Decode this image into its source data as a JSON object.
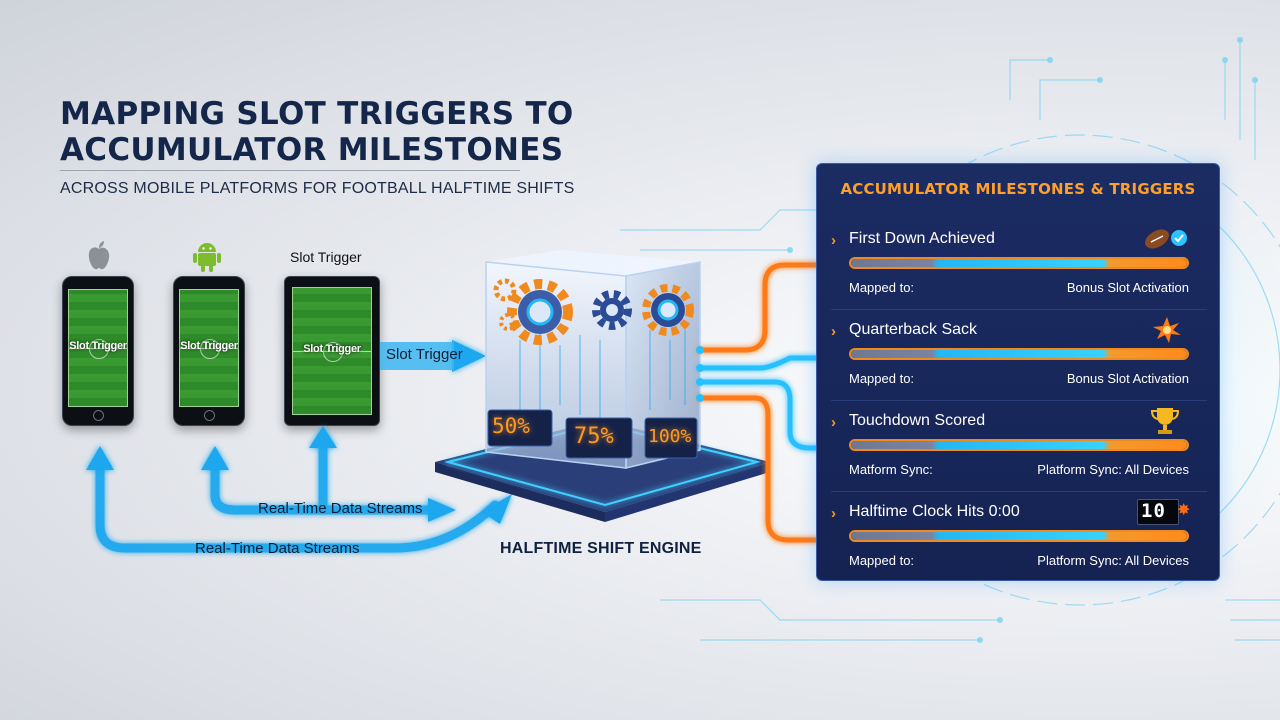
{
  "header": {
    "title_line1": "MAPPING SLOT TRIGGERS TO",
    "title_line2": "ACCUMULATOR MILESTONES",
    "subtitle": "ACROSS MOBILE PLATFORMS FOR FOOTBALL HALFTIME SHIFTS"
  },
  "devices": {
    "top_label": "Slot Trigger",
    "screen_labels": [
      "Slot Trigger",
      "Slot Trigger",
      "Slot Trigger"
    ],
    "icons": [
      "apple-icon",
      "android-icon"
    ]
  },
  "flow": {
    "trigger_arrow_label": "Slot Trigger",
    "stream_label_upper": "Real-Time Data Streams",
    "stream_label_lower": "Real-Time Data Streams",
    "engine_label": "HALFTIME SHIFT ENGINE",
    "engine_percentages": [
      "50%",
      "75%",
      "100%"
    ]
  },
  "panel": {
    "title": "ACCUMULATOR MILESTONES & TRIGGERS",
    "items": [
      {
        "title": "First Down Achieved",
        "left": "Mapped to:",
        "right": "Bonus Slot Activation",
        "icon": "football-check-icon"
      },
      {
        "title": "Quarterback Sack",
        "left": "Mapped to:",
        "right": "Bonus Slot Activation",
        "icon": "starburst-icon"
      },
      {
        "title": "Touchdown Scored",
        "left": "Matform Sync:",
        "right": "Platform Sync: All Devices",
        "icon": "trophy-icon"
      },
      {
        "title": "Halftime Clock Hits 0:00",
        "left": "Mapped to:",
        "right": "Platform Sync: All Devices",
        "icon": "clock-display-icon",
        "display_text": "10"
      }
    ]
  },
  "colors": {
    "navy": "#14264a",
    "accent_orange": "#ff9a1f",
    "accent_cyan": "#38d2ff",
    "panel_bg": "#1b2c63"
  }
}
